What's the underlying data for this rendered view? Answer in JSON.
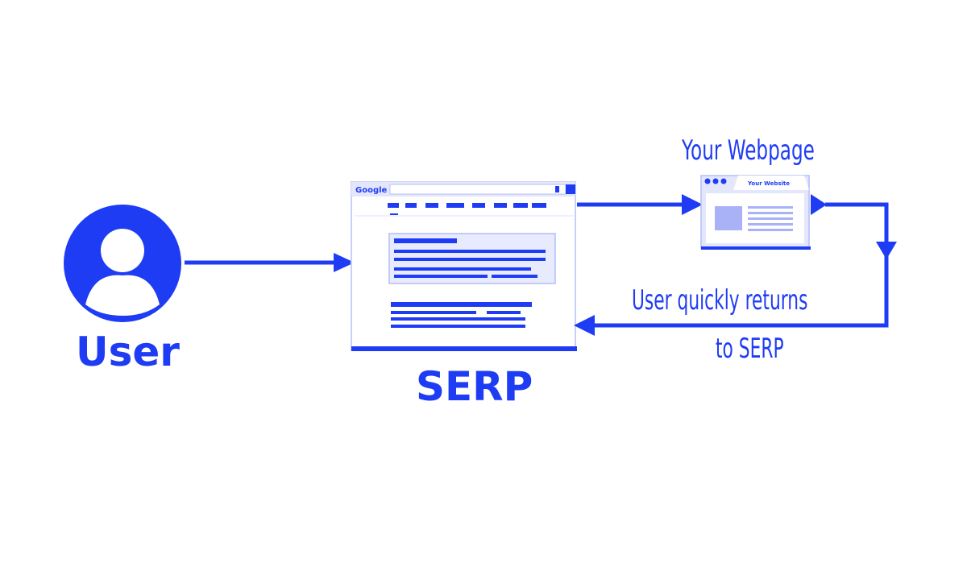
{
  "diagram": {
    "user_label": "User",
    "serp_label": "SERP",
    "webpage_label": "Your Webpage",
    "return_label_line1": "User quickly returns",
    "return_label_line2": "to SERP",
    "serp_mock": {
      "logo_text": "Google"
    },
    "website_mock": {
      "title": "Your Website"
    }
  },
  "colors": {
    "primary": "#1f3cf5",
    "light": "#e8eafd",
    "mid": "#a9b2f7"
  }
}
